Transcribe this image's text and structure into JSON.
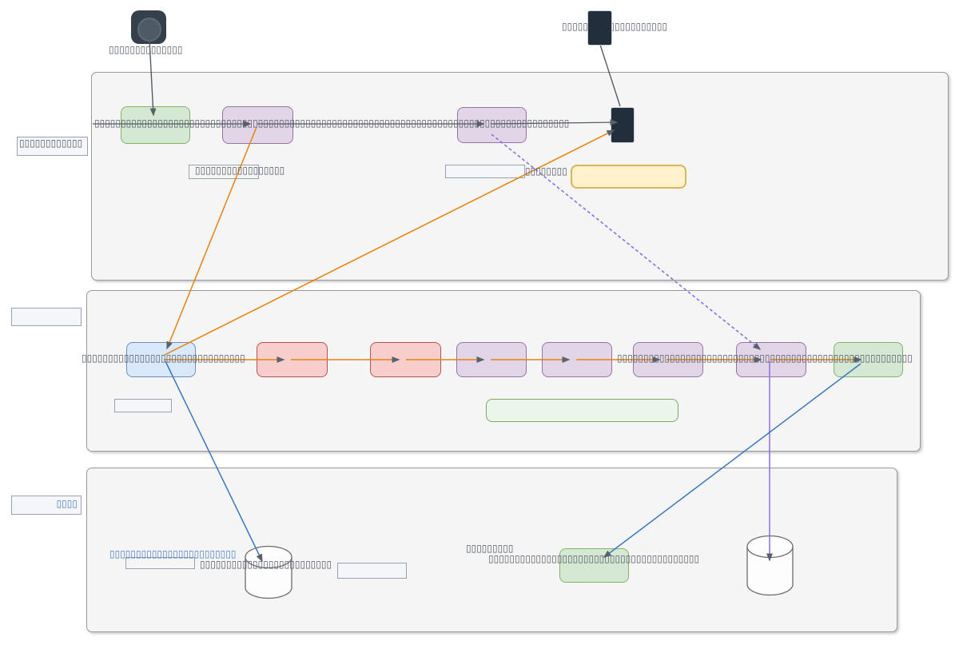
{
  "colors": {
    "orange_edge": "#e8820c",
    "blue_edge": "#3a76c5",
    "purple_edge": "#8b6ce8",
    "dark_edge": "#555b64",
    "arrowhead": "#59616c",
    "lane_fill": "#f5f5f5",
    "green_fill": "#d5e8d4",
    "green_border": "#82b366",
    "purple_fill": "#e1d5e7",
    "purple_border": "#9673a6",
    "blue_fill": "#dae8fc",
    "blue_border": "#6c8ebf",
    "red_fill": "#f8cecc",
    "red_border": "#b85450",
    "yellow_fill": "#fff2cc",
    "yellow_border": "#d6b656",
    "tofu_text": "#565c66",
    "blue_text": "#4a80c8"
  },
  "icons": {
    "camera_icon": "camera-device",
    "phone_icon": "mobile-device",
    "small_device_icon": "mobile-device-small",
    "database_icon_left": "database-cylinder",
    "database_icon_right": "database-cylinder"
  },
  "labels": {
    "camera_label": "▯▯▯▯▯▯▯▯▯▯▯▯▯▯",
    "phone_label": "▯▯▯▯▯▯▯▯▯▯▯▯▯▯▯▯▯▯▯▯",
    "lane1_title": "▯▯▯▯▯▯▯▯▯▯▯▯",
    "lane2_title": "",
    "lane3_title": "▯▯▯▯",
    "top_flow_text": "▯▯▯▯▯▯▯▯▯▯▯▯▯▯▯▯▯▯▯▯▯▯▯▯▯▯▯▯▯▯▯▯▯▯▯▯▯▯▯▯▯▯▯▯▯▯▯▯▯▯▯▯▯▯▯▯▯▯▯▯▯▯▯▯▯▯▯▯▯▯▯▯▯▯▯▯▯▯▯▯▯▯▯▯▯▯▯▯▯▯",
    "top_note_a": "▯▯▯▯▯▯▯▯▯▯▯▯▯▯▯▯▯",
    "top_note_b": "▯▯▯▯▯▯▯▯",
    "mid_flow_left_text": "▯▯▯▯▯▯▯▯▯▯▯▯▯▯▯▯▯▯▯▯▯▯▯▯▯▯▯▯▯▯▯",
    "mid_flow_right_text": "▯▯▯▯▯▯▯▯▯▯▯▯▯▯▯▯▯▯▯▯▯▯▯▯▯▯▯▯▯▯▯▯▯▯▯▯▯▯▯▯▯▯▯▯▯▯▯▯▯▯▯▯▯▯▯▯",
    "bottom_blue_note": "▯▯▯▯▯▯▯▯▯▯▯▯▯▯▯▯▯▯▯▯▯▯▯▯",
    "bottom_dark_note": "▯▯▯▯▯▯▯▯▯▯▯▯▯▯▯▯▯▯▯▯▯▯▯▯▯",
    "bottom_mid_line1": "▯▯▯▯▯▯▯▯▯",
    "bottom_mid_line2": "▯▯▯▯▯▯▯▯▯▯▯▯▯▯▯▯▯▯▯▯▯▯▯▯▯▯▯▯▯▯▯▯▯▯▯▯▯▯▯▯"
  },
  "nodes": {
    "lane1_nodes": [
      "green-step",
      "purple-step-1",
      "purple-step-2",
      "dark-device",
      "yellow-note"
    ],
    "lane2_nodes": [
      "blue-step",
      "red-step-1",
      "red-step-2",
      "purple-step-1",
      "purple-step-2",
      "purple-step-3",
      "purple-step-4",
      "green-step",
      "green-note"
    ],
    "lane3_nodes": [
      "database-left",
      "green-step",
      "database-right"
    ]
  },
  "edges": [
    {
      "name": "camera-to-green",
      "color": "dark"
    },
    {
      "name": "phone-to-device",
      "color": "dark"
    },
    {
      "name": "lane1-horizontal-flow",
      "color": "dark"
    },
    {
      "name": "purple1-to-blue",
      "color": "orange"
    },
    {
      "name": "blue-to-device",
      "color": "orange"
    },
    {
      "name": "lane2-horizontal-flow",
      "color": "orange"
    },
    {
      "name": "purple2-to-purple4-dashed",
      "color": "purple",
      "style": "dashed"
    },
    {
      "name": "purple4-to-database-right",
      "color": "purple"
    },
    {
      "name": "blue-to-database-left",
      "color": "blue"
    },
    {
      "name": "green-mid-to-green-bottom",
      "color": "blue"
    }
  ]
}
